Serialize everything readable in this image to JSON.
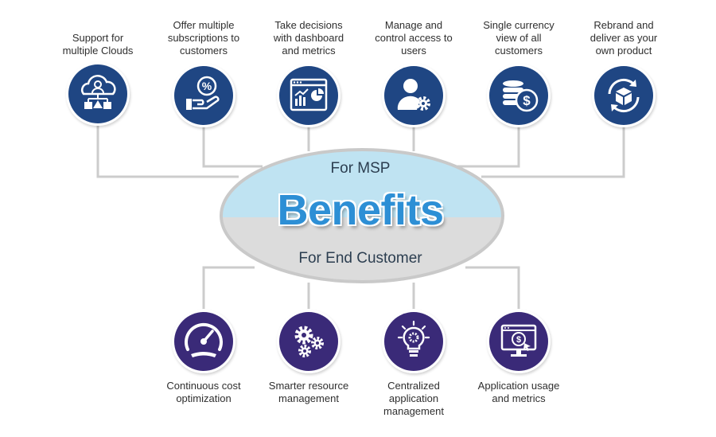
{
  "center": {
    "top_label": "For MSP",
    "title": "Benefits",
    "bottom_label": "For End Customer"
  },
  "colors": {
    "msp_circle": "#1f4683",
    "customer_circle": "#3a2a78",
    "accent_blue": "#2d8fd5",
    "ellipse_top": "#bfe3f2",
    "ellipse_bottom": "#dcdcdc",
    "connector": "#cccccc"
  },
  "msp_benefits": [
    {
      "label": "Support for\nmultiple Clouds",
      "icon": "cloud-network-icon"
    },
    {
      "label": "Offer multiple\nsubscriptions to\ncustomers",
      "icon": "percent-hand-icon"
    },
    {
      "label": "Take decisions\nwith dashboard\nand metrics",
      "icon": "dashboard-icon"
    },
    {
      "label": "Manage and\ncontrol access to\nusers",
      "icon": "user-gear-icon"
    },
    {
      "label": "Single currency\nview of all\ncustomers",
      "icon": "coins-dollar-icon"
    },
    {
      "label": "Rebrand and\ndeliver as your\nown product",
      "icon": "rebrand-box-icon"
    }
  ],
  "customer_benefits": [
    {
      "label": "Continuous cost\noptimization",
      "icon": "gauge-icon"
    },
    {
      "label": "Smarter resource\nmanagement",
      "icon": "gears-icon"
    },
    {
      "label": "Centralized\napplication\nmanagement",
      "icon": "lightbulb-gear-icon"
    },
    {
      "label": "Application usage\nand metrics",
      "icon": "monitor-dollar-icon"
    }
  ]
}
